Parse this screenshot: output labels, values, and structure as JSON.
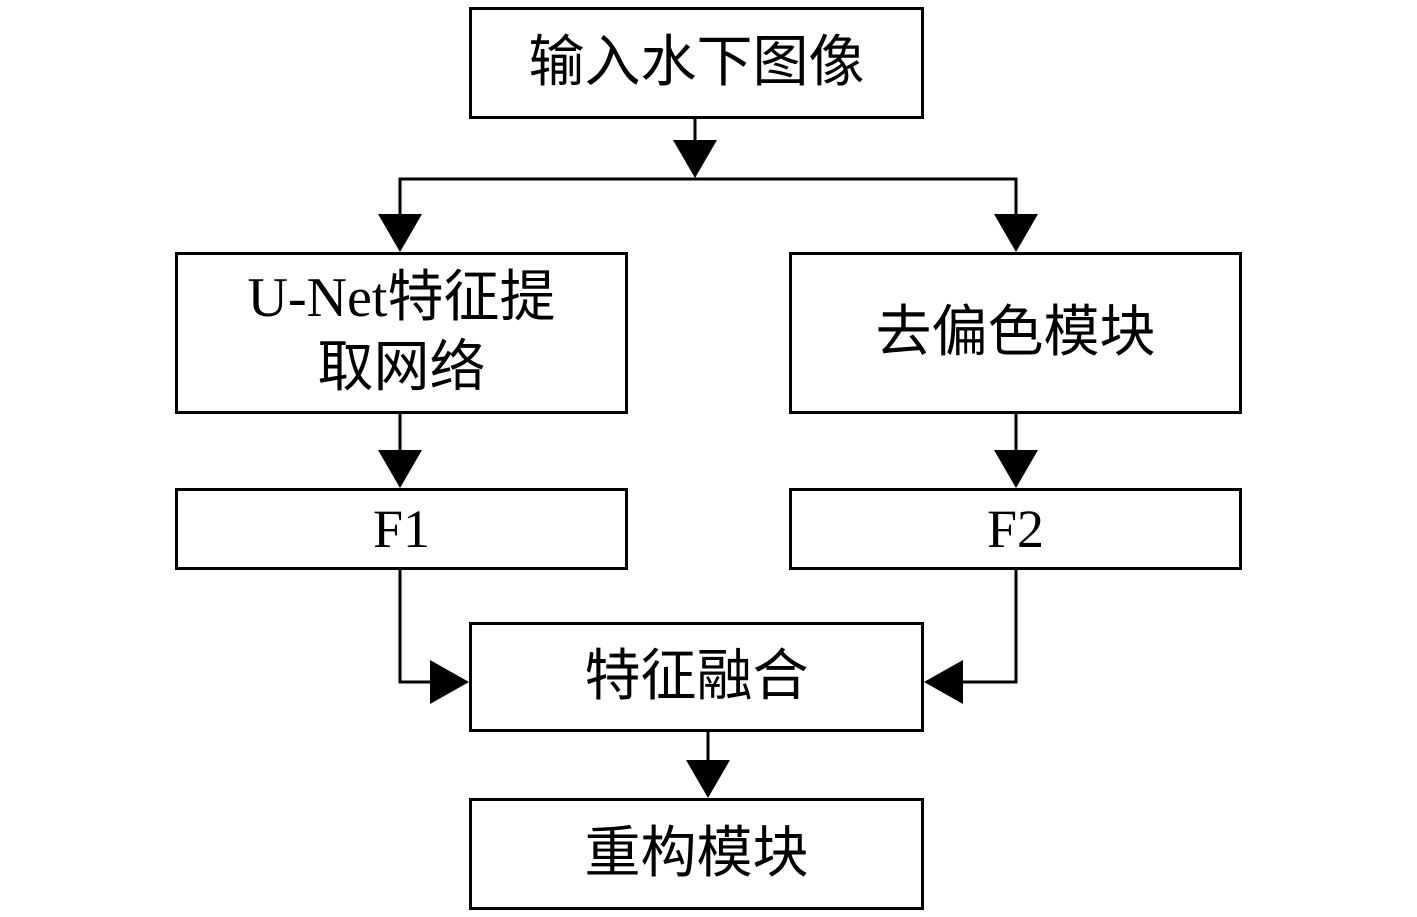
{
  "nodes": {
    "input": {
      "label": "输入水下图像"
    },
    "unet": {
      "lines": [
        "U-Net特征提",
        "取网络"
      ]
    },
    "decolor": {
      "label": "去偏色模块"
    },
    "f1": {
      "label": "F1"
    },
    "f2": {
      "label": "F2"
    },
    "fusion": {
      "label": "特征融合"
    },
    "reconstruct": {
      "label": "重构模块"
    }
  },
  "colors": {
    "stroke": "#000000",
    "background": "#ffffff",
    "text": "#000000"
  }
}
